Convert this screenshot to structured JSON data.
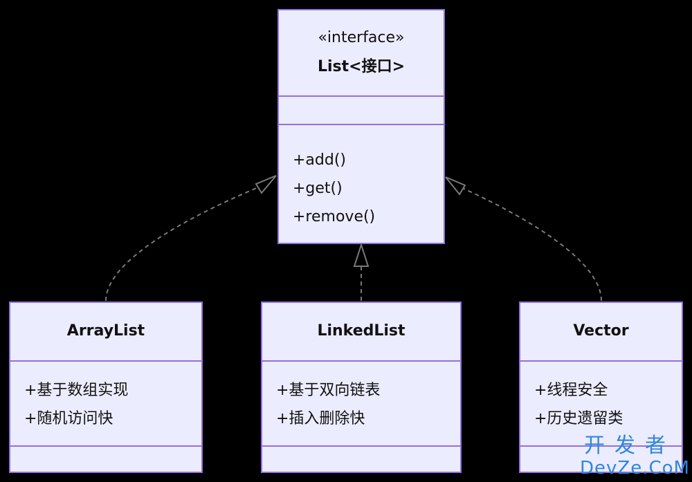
{
  "interface": {
    "stereotype": "«interface»",
    "name": "List<接口>",
    "methods": [
      "+add()",
      "+get()",
      "+remove()"
    ]
  },
  "classes": [
    {
      "name": "ArrayList",
      "members": [
        "+基于数组实现",
        "+随机访问快"
      ]
    },
    {
      "name": "LinkedList",
      "members": [
        "+基于双向链表",
        "+插入删除快"
      ]
    },
    {
      "name": "Vector",
      "members": [
        "+线程安全",
        "+历史遗留类"
      ]
    }
  ],
  "relations": [
    {
      "from": "ArrayList",
      "to": "List<接口>",
      "type": "realization"
    },
    {
      "from": "LinkedList",
      "to": "List<接口>",
      "type": "realization"
    },
    {
      "from": "Vector",
      "to": "List<接口>",
      "type": "realization"
    }
  ],
  "watermark": {
    "cn": "开发者",
    "en": "DevZe.CoM"
  },
  "colors": {
    "background": "#000000",
    "box_fill": "#ECECFF",
    "box_border": "#9370DB",
    "edge": "#7a7a7a",
    "watermark": "#2e86de"
  }
}
